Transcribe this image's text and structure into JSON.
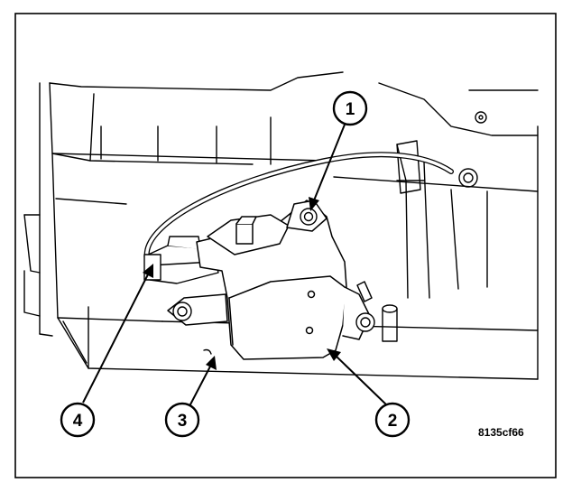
{
  "figure": {
    "id_code": "8135cf66",
    "callouts": [
      {
        "number": "1",
        "target": "mounting-screw-upper"
      },
      {
        "number": "2",
        "target": "actuator-motor"
      },
      {
        "number": "3",
        "target": "hvac-housing"
      },
      {
        "number": "4",
        "target": "wire-harness-connector"
      }
    ]
  },
  "colors": {
    "ink": "#000000",
    "background": "#ffffff"
  }
}
